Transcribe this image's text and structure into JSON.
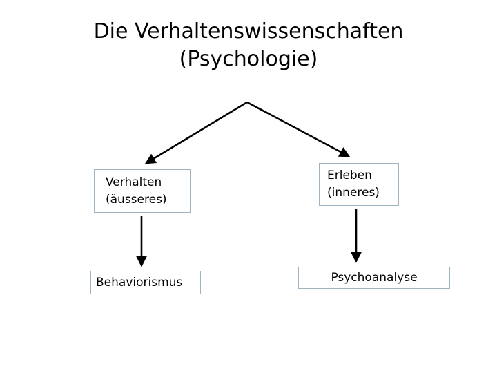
{
  "slide": {
    "title": "Die Verhaltenswissenschaften\n(Psychologie)",
    "background_color": "#ffffff",
    "box_border_color": "#a0b3c0",
    "arrow_color": "#000000",
    "text_color": "#000000"
  },
  "diagram": {
    "type": "tree",
    "root_label": "",
    "nodes": [
      {
        "id": "verhalten",
        "label": "Verhalten\n(äusseres)",
        "line1": "Verhalten",
        "line2": "(äusseres)",
        "level": 1,
        "align": "left"
      },
      {
        "id": "erleben",
        "label": "Erleben\n(inneres)",
        "line1": "Erleben",
        "line2": "(inneres)",
        "level": 1,
        "align": "left"
      },
      {
        "id": "behaviorismus",
        "label": "Behaviorismus",
        "level": 2,
        "align": "left"
      },
      {
        "id": "psychoanalyse",
        "label": "Psychoanalyse",
        "level": 2,
        "align": "center"
      }
    ],
    "edges": [
      {
        "from": "apex",
        "to": "verhalten",
        "style": "diagonal-arrow"
      },
      {
        "from": "apex",
        "to": "erleben",
        "style": "diagonal-arrow"
      },
      {
        "from": "verhalten",
        "to": "behaviorismus",
        "style": "vertical-arrow"
      },
      {
        "from": "erleben",
        "to": "psychoanalyse",
        "style": "vertical-arrow"
      }
    ]
  }
}
